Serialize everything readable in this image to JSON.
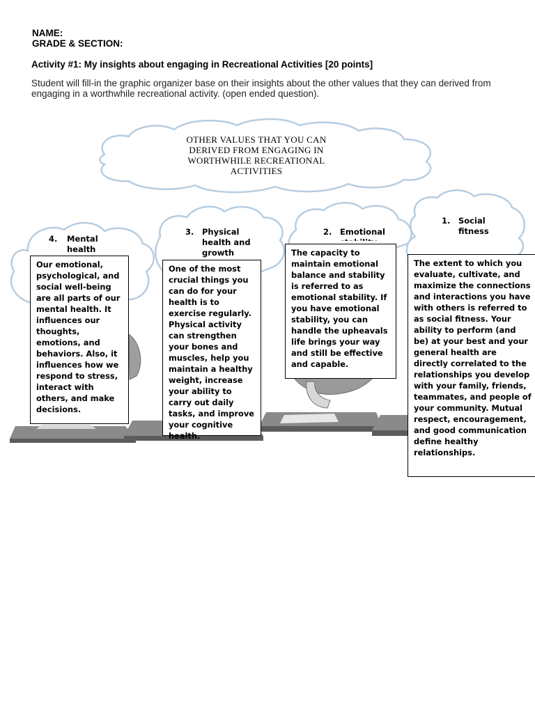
{
  "header": {
    "name_label": "NAME:",
    "grade_label": "GRADE & SECTION:"
  },
  "activity": {
    "title": "Activity #1: My insights about engaging in Recreational Activities [20 points]",
    "instructions": "Student will fill-in the graphic organizer base on their insights about the other values that they can derived from engaging in a worthwhile recreational activity. (open ended question)."
  },
  "organizer": {
    "main_title": "OTHER VALUES THAT YOU CAN DERIVED FROM ENGAGING IN WORTHWHILE RECREATIONAL ACTIVITIES",
    "categories": [
      {
        "number": "4.",
        "title": "Mental health",
        "text": "Our emotional, psychological, and social well-being are all parts of our mental health. It influences our thoughts, emotions, and behaviors. Also, it influences how we respond to stress, interact with others, and make decisions."
      },
      {
        "number": "3.",
        "title": "Physical health and growth",
        "text": "One of the most crucial things you can do for your health is to exercise regularly. Physical activity can strengthen your bones and muscles, help you maintain a healthy weight, increase your ability to carry out daily tasks, and improve your cognitive health."
      },
      {
        "number": "2.",
        "title": "Emotional stability",
        "text": "The capacity to maintain emotional balance and stability is referred to as emotional stability. If you have emotional stability, you can handle the upheavals life brings your way and still be effective and capable."
      },
      {
        "number": "1.",
        "title": "Social fitness",
        "text": "The extent to which you evaluate, cultivate, and maximize the connections and interactions you have with others is referred to as social fitness. Your ability to perform (and be) at your best and your general health are directly correlated to the relationships you develop with your family, friends, teammates, and people of your community. Mutual respect, encouragement, and good communication define healthy relationships."
      }
    ]
  },
  "colors": {
    "cloud_stroke": "#b7cde0",
    "desk_gray": "#8a8a8a",
    "desk_dark": "#5c5c5c"
  }
}
